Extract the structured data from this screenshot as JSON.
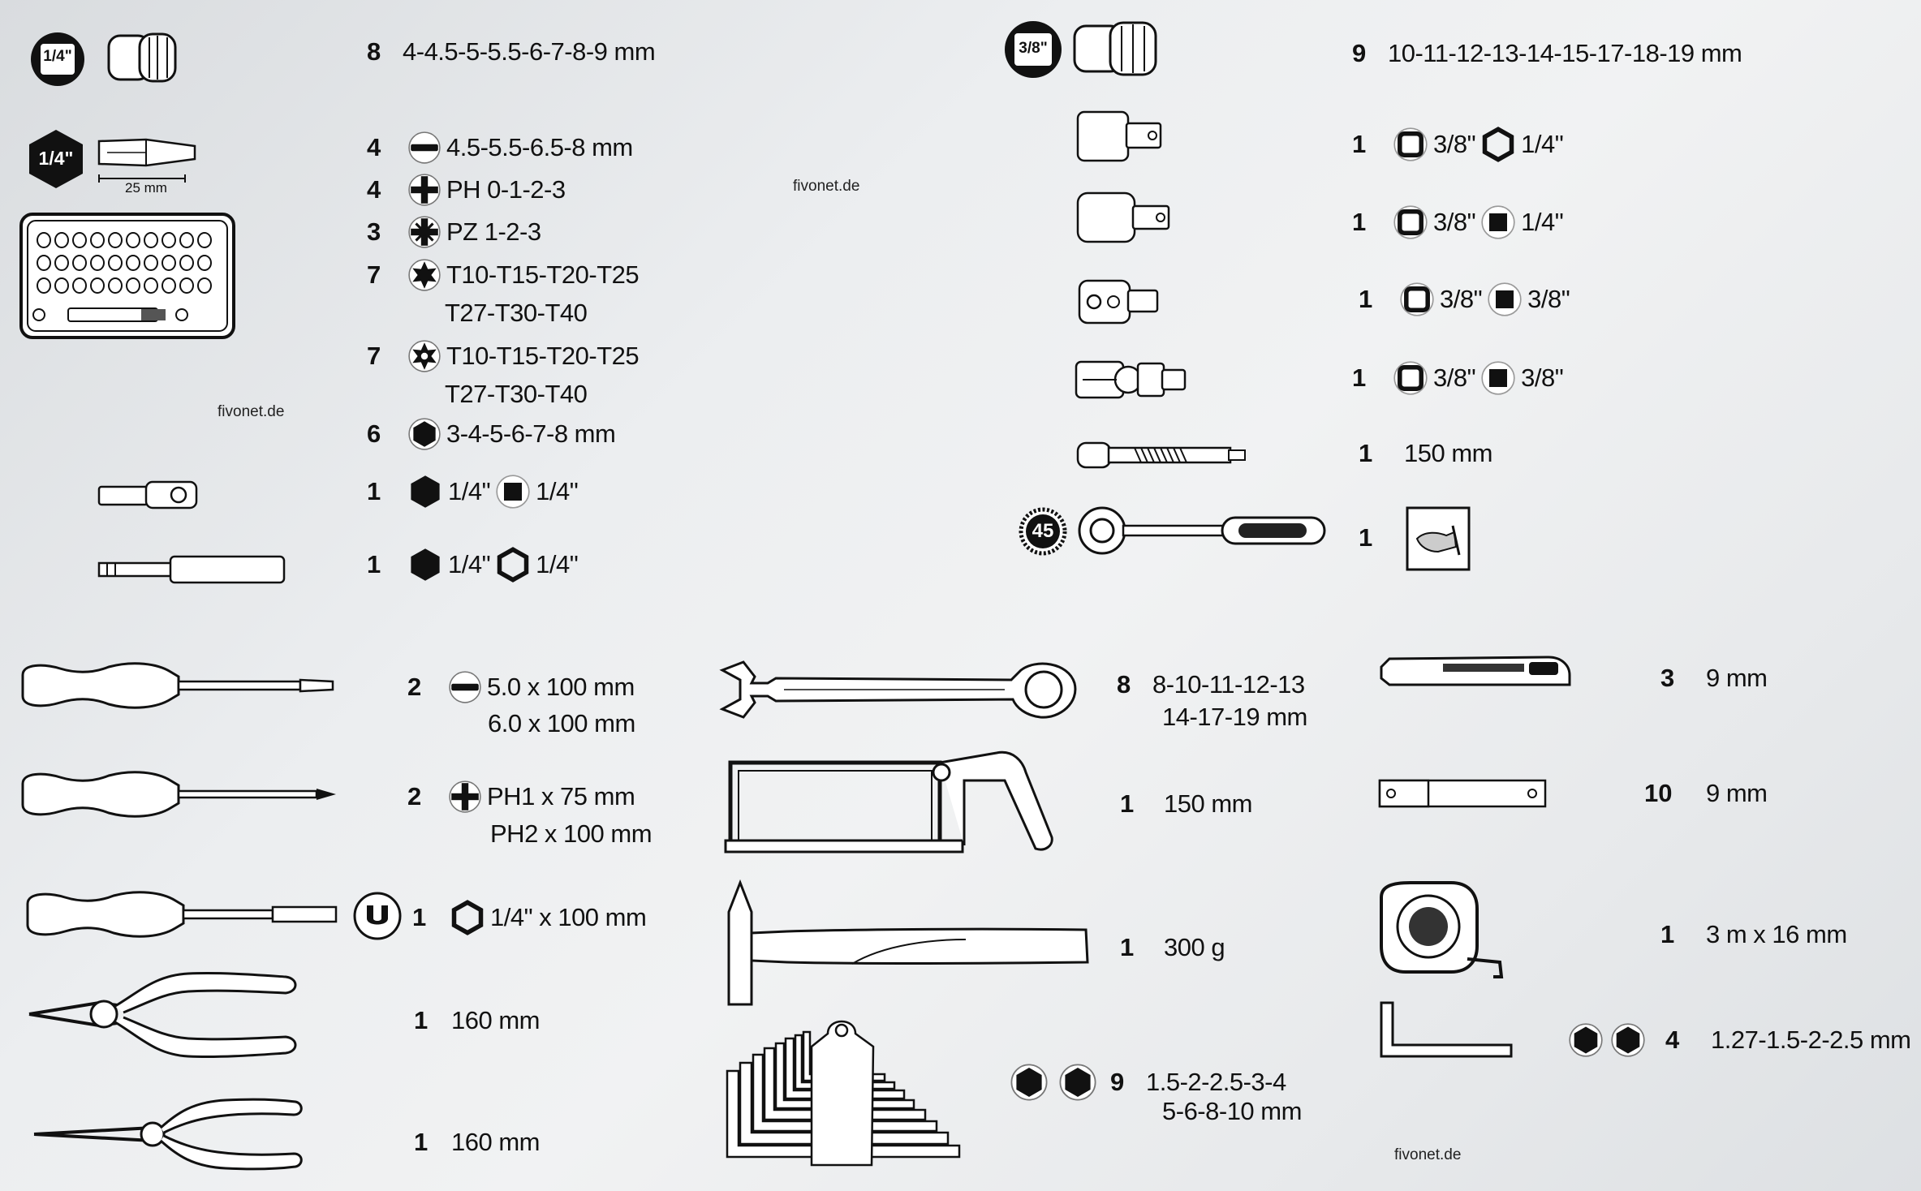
{
  "watermarks": [
    "fivonet.de",
    "fivonet.de",
    "fivonet.de"
  ],
  "badges": {
    "quarter_inch": "1/4\"",
    "three_eighths": "3/8\"",
    "ratchet_teeth": "45",
    "bit_length": "25 mm"
  },
  "left_top": [
    {
      "qty": "8",
      "text": "4-4.5-5-5.5-6-7-8-9 mm"
    },
    {
      "qty": "4",
      "text": "4.5-5.5-6.5-8 mm"
    },
    {
      "qty": "4",
      "text": "PH 0-1-2-3"
    },
    {
      "qty": "3",
      "text": "PZ 1-2-3"
    },
    {
      "qty": "7",
      "text": "T10-T15-T20-T25",
      "text2": "T27-T30-T40"
    },
    {
      "qty": "7",
      "text": "T10-T15-T20-T25",
      "text2": "T27-T30-T40"
    },
    {
      "qty": "6",
      "text": "3-4-5-6-7-8 mm"
    },
    {
      "qty": "1",
      "a": "1/4\"",
      "b": "1/4\""
    },
    {
      "qty": "1",
      "a": "1/4\"",
      "b": "1/4\""
    }
  ],
  "right_top": [
    {
      "qty": "9",
      "text": "10-11-12-13-14-15-17-18-19 mm"
    },
    {
      "qty": "1",
      "a": "3/8\"",
      "b": "1/4\""
    },
    {
      "qty": "1",
      "a": "3/8\"",
      "b": "1/4\""
    },
    {
      "qty": "1",
      "a": "3/8\"",
      "b": "3/8\""
    },
    {
      "qty": "1",
      "a": "3/8\"",
      "b": "3/8\""
    },
    {
      "qty": "1",
      "text": "150 mm"
    },
    {
      "qty": "1"
    }
  ],
  "bottom_left": [
    {
      "qty": "2",
      "text": "5.0 x 100 mm",
      "text2": "6.0 x 100 mm"
    },
    {
      "qty": "2",
      "text": "PH1 x 75 mm",
      "text2": "PH2 x 100 mm"
    },
    {
      "qty": "1",
      "text": "1/4\" x 100 mm"
    },
    {
      "qty": "1",
      "text": "160 mm"
    },
    {
      "qty": "1",
      "text": "160 mm"
    }
  ],
  "bottom_mid": [
    {
      "qty": "8",
      "text": "8-10-11-12-13",
      "text2": "14-17-19 mm"
    },
    {
      "qty": "1",
      "text": "150 mm"
    },
    {
      "qty": "1",
      "text": "300 g"
    },
    {
      "qty": "9",
      "text": "1.5-2-2.5-3-4",
      "text2": "5-6-8-10 mm"
    }
  ],
  "bottom_right": [
    {
      "qty": "3",
      "text": "9 mm"
    },
    {
      "qty": "10",
      "text": "9 mm"
    },
    {
      "qty": "1",
      "text": "3 m x 16 mm"
    },
    {
      "qty": "4",
      "text": "1.27-1.5-2-2.5 mm"
    }
  ]
}
